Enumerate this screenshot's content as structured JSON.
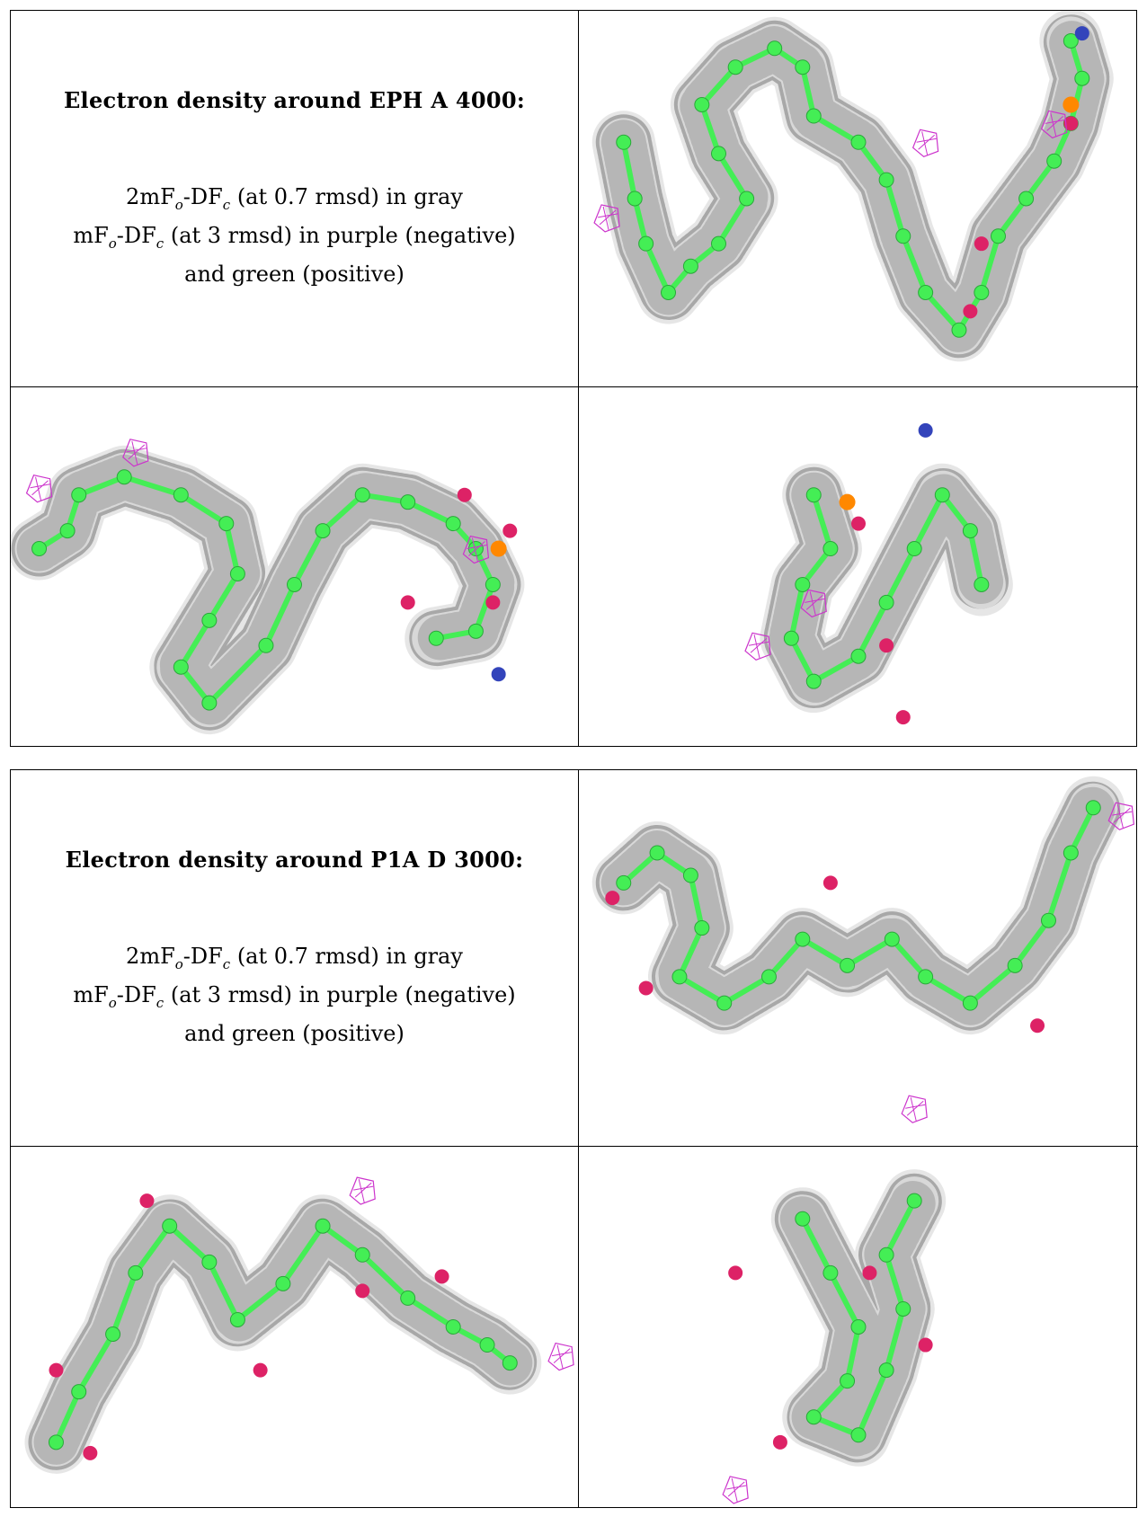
{
  "blocks": [
    {
      "title": "Electron density around EPH A 4000:",
      "legend": {
        "line1": {
          "prefix": "2mF",
          "sub1": "o",
          "mid": "-DF",
          "sub2": "c",
          "suffix": " (at 0.7 rmsd) in gray"
        },
        "line2": {
          "prefix": "mF",
          "sub1": "o",
          "mid": "-DF",
          "sub2": "c",
          "suffix": " (at 3 rmsd) in purple (negative)"
        },
        "line3": "and green (positive)"
      }
    },
    {
      "title": "Electron density around P1A D 3000:",
      "legend": {
        "line1": {
          "prefix": "2mF",
          "sub1": "o",
          "mid": "-DF",
          "sub2": "c",
          "suffix": " (at 0.7 rmsd) in gray"
        },
        "line2": {
          "prefix": "mF",
          "sub1": "o",
          "mid": "-DF",
          "sub2": "c",
          "suffix": " (at 3 rmsd) in purple (negative)"
        },
        "line3": "and green (positive)"
      }
    }
  ],
  "colors": {
    "mesh_gray": "#a8a8a8",
    "negative_density": "#cc33cc",
    "carbon": "#44ee55",
    "oxygen": "#dd2266",
    "nitrogen": "#3344bb",
    "phosphorus": "#ff8800"
  },
  "views": [
    {
      "id": "eph-view-1",
      "bonds": [
        [
          0.08,
          0.35
        ],
        [
          0.1,
          0.5
        ],
        [
          0.12,
          0.62
        ],
        [
          0.16,
          0.75
        ],
        [
          0.2,
          0.68
        ],
        [
          0.25,
          0.62
        ],
        [
          0.3,
          0.5
        ],
        [
          0.25,
          0.38
        ],
        [
          0.22,
          0.25
        ],
        [
          0.28,
          0.15
        ],
        [
          0.35,
          0.1
        ],
        [
          0.4,
          0.15
        ],
        [
          0.42,
          0.28
        ],
        [
          0.5,
          0.35
        ],
        [
          0.55,
          0.45
        ],
        [
          0.58,
          0.6
        ],
        [
          0.62,
          0.75
        ],
        [
          0.68,
          0.85
        ],
        [
          0.72,
          0.75
        ],
        [
          0.75,
          0.6
        ],
        [
          0.8,
          0.5
        ],
        [
          0.85,
          0.4
        ],
        [
          0.88,
          0.3
        ],
        [
          0.9,
          0.18
        ],
        [
          0.88,
          0.08
        ]
      ],
      "oxygens": [
        [
          0.7,
          0.8
        ],
        [
          0.72,
          0.62
        ],
        [
          0.88,
          0.3
        ]
      ],
      "nitrogens": [
        [
          0.9,
          0.06
        ]
      ],
      "phosphorus": [
        [
          0.88,
          0.25
        ]
      ],
      "negatives": [
        [
          0.05,
          0.55
        ],
        [
          0.62,
          0.35
        ],
        [
          0.85,
          0.3
        ]
      ]
    },
    {
      "id": "eph-view-2",
      "bonds": [
        [
          0.05,
          0.45
        ],
        [
          0.1,
          0.4
        ],
        [
          0.12,
          0.3
        ],
        [
          0.2,
          0.25
        ],
        [
          0.3,
          0.3
        ],
        [
          0.38,
          0.38
        ],
        [
          0.4,
          0.52
        ],
        [
          0.35,
          0.65
        ],
        [
          0.3,
          0.78
        ],
        [
          0.35,
          0.88
        ],
        [
          0.45,
          0.72
        ],
        [
          0.5,
          0.55
        ],
        [
          0.55,
          0.4
        ],
        [
          0.62,
          0.3
        ],
        [
          0.7,
          0.32
        ],
        [
          0.78,
          0.38
        ],
        [
          0.82,
          0.45
        ],
        [
          0.85,
          0.55
        ],
        [
          0.82,
          0.68
        ],
        [
          0.75,
          0.7
        ]
      ],
      "oxygens": [
        [
          0.8,
          0.3
        ],
        [
          0.88,
          0.4
        ],
        [
          0.7,
          0.6
        ],
        [
          0.85,
          0.6
        ]
      ],
      "nitrogens": [
        [
          0.86,
          0.8
        ]
      ],
      "phosphorus": [
        [
          0.86,
          0.45
        ]
      ],
      "negatives": [
        [
          0.05,
          0.28
        ],
        [
          0.22,
          0.18
        ],
        [
          0.82,
          0.45
        ]
      ]
    },
    {
      "id": "p1a-view-1",
      "bonds": [
        [
          0.08,
          0.3
        ],
        [
          0.14,
          0.22
        ],
        [
          0.2,
          0.28
        ],
        [
          0.22,
          0.42
        ],
        [
          0.18,
          0.55
        ],
        [
          0.26,
          0.62
        ],
        [
          0.34,
          0.55
        ],
        [
          0.4,
          0.45
        ],
        [
          0.48,
          0.52
        ],
        [
          0.56,
          0.45
        ],
        [
          0.62,
          0.55
        ],
        [
          0.7,
          0.62
        ],
        [
          0.78,
          0.52
        ],
        [
          0.84,
          0.4
        ],
        [
          0.88,
          0.22
        ],
        [
          0.92,
          0.1
        ]
      ],
      "oxygens": [
        [
          0.06,
          0.34
        ],
        [
          0.12,
          0.58
        ],
        [
          0.45,
          0.3
        ],
        [
          0.82,
          0.68
        ]
      ],
      "nitrogens": [],
      "phosphorus": [],
      "negatives": [
        [
          0.6,
          0.9
        ],
        [
          0.97,
          0.12
        ]
      ]
    },
    {
      "id": "p1a-view-2",
      "bonds": [
        [
          0.08,
          0.82
        ],
        [
          0.12,
          0.68
        ],
        [
          0.18,
          0.52
        ],
        [
          0.22,
          0.35
        ],
        [
          0.28,
          0.22
        ],
        [
          0.35,
          0.32
        ],
        [
          0.4,
          0.48
        ],
        [
          0.48,
          0.38
        ],
        [
          0.55,
          0.22
        ],
        [
          0.62,
          0.3
        ],
        [
          0.7,
          0.42
        ],
        [
          0.78,
          0.5
        ],
        [
          0.84,
          0.55
        ],
        [
          0.88,
          0.6
        ]
      ],
      "oxygens": [
        [
          0.24,
          0.15
        ],
        [
          0.08,
          0.62
        ],
        [
          0.14,
          0.85
        ],
        [
          0.44,
          0.62
        ],
        [
          0.62,
          0.4
        ],
        [
          0.76,
          0.36
        ]
      ],
      "nitrogens": [],
      "phosphorus": [],
      "negatives": [
        [
          0.62,
          0.12
        ],
        [
          0.97,
          0.58
        ]
      ]
    },
    {
      "id": "p1a-view-3",
      "bonds": [
        [
          0.4,
          0.2
        ],
        [
          0.45,
          0.35
        ],
        [
          0.5,
          0.5
        ],
        [
          0.48,
          0.65
        ],
        [
          0.42,
          0.75
        ],
        [
          0.5,
          0.8
        ],
        [
          0.55,
          0.62
        ],
        [
          0.58,
          0.45
        ],
        [
          0.55,
          0.3
        ],
        [
          0.6,
          0.15
        ]
      ],
      "oxygens": [
        [
          0.28,
          0.35
        ],
        [
          0.52,
          0.35
        ],
        [
          0.62,
          0.55
        ],
        [
          0.36,
          0.82
        ]
      ],
      "nitrogens": [],
      "phosphorus": [],
      "negatives": [
        [
          0.28,
          0.95
        ]
      ]
    },
    {
      "id": "eph-view-3",
      "bonds": [
        [
          0.42,
          0.3
        ],
        [
          0.45,
          0.45
        ],
        [
          0.4,
          0.55
        ],
        [
          0.38,
          0.7
        ],
        [
          0.42,
          0.82
        ],
        [
          0.5,
          0.75
        ],
        [
          0.55,
          0.6
        ],
        [
          0.6,
          0.45
        ],
        [
          0.65,
          0.3
        ],
        [
          0.7,
          0.4
        ],
        [
          0.72,
          0.55
        ]
      ],
      "oxygens": [
        [
          0.5,
          0.38
        ],
        [
          0.55,
          0.72
        ],
        [
          0.58,
          0.92
        ]
      ],
      "nitrogens": [
        [
          0.62,
          0.12
        ]
      ],
      "phosphorus": [
        [
          0.48,
          0.32
        ]
      ],
      "negatives": [
        [
          0.42,
          0.6
        ],
        [
          0.32,
          0.72
        ]
      ]
    }
  ]
}
